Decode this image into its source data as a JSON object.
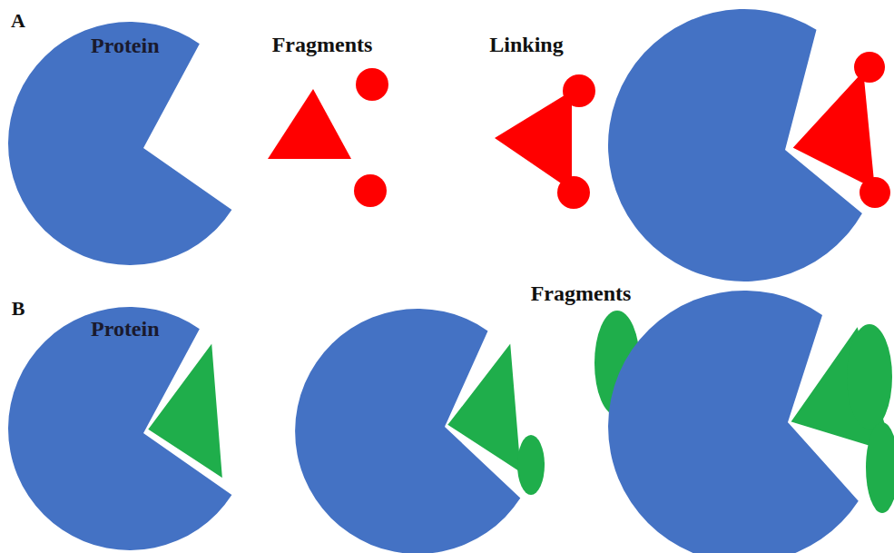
{
  "diagram": {
    "nodes": [
      {
        "text": [
          "Protein"
        ]
      },
      {
        "text": [
          "Protein"
        ]
      }
    ],
    "labels": [
      "A",
      "Fragments",
      "Linking",
      "B",
      "Fragments"
    ]
  }
}
